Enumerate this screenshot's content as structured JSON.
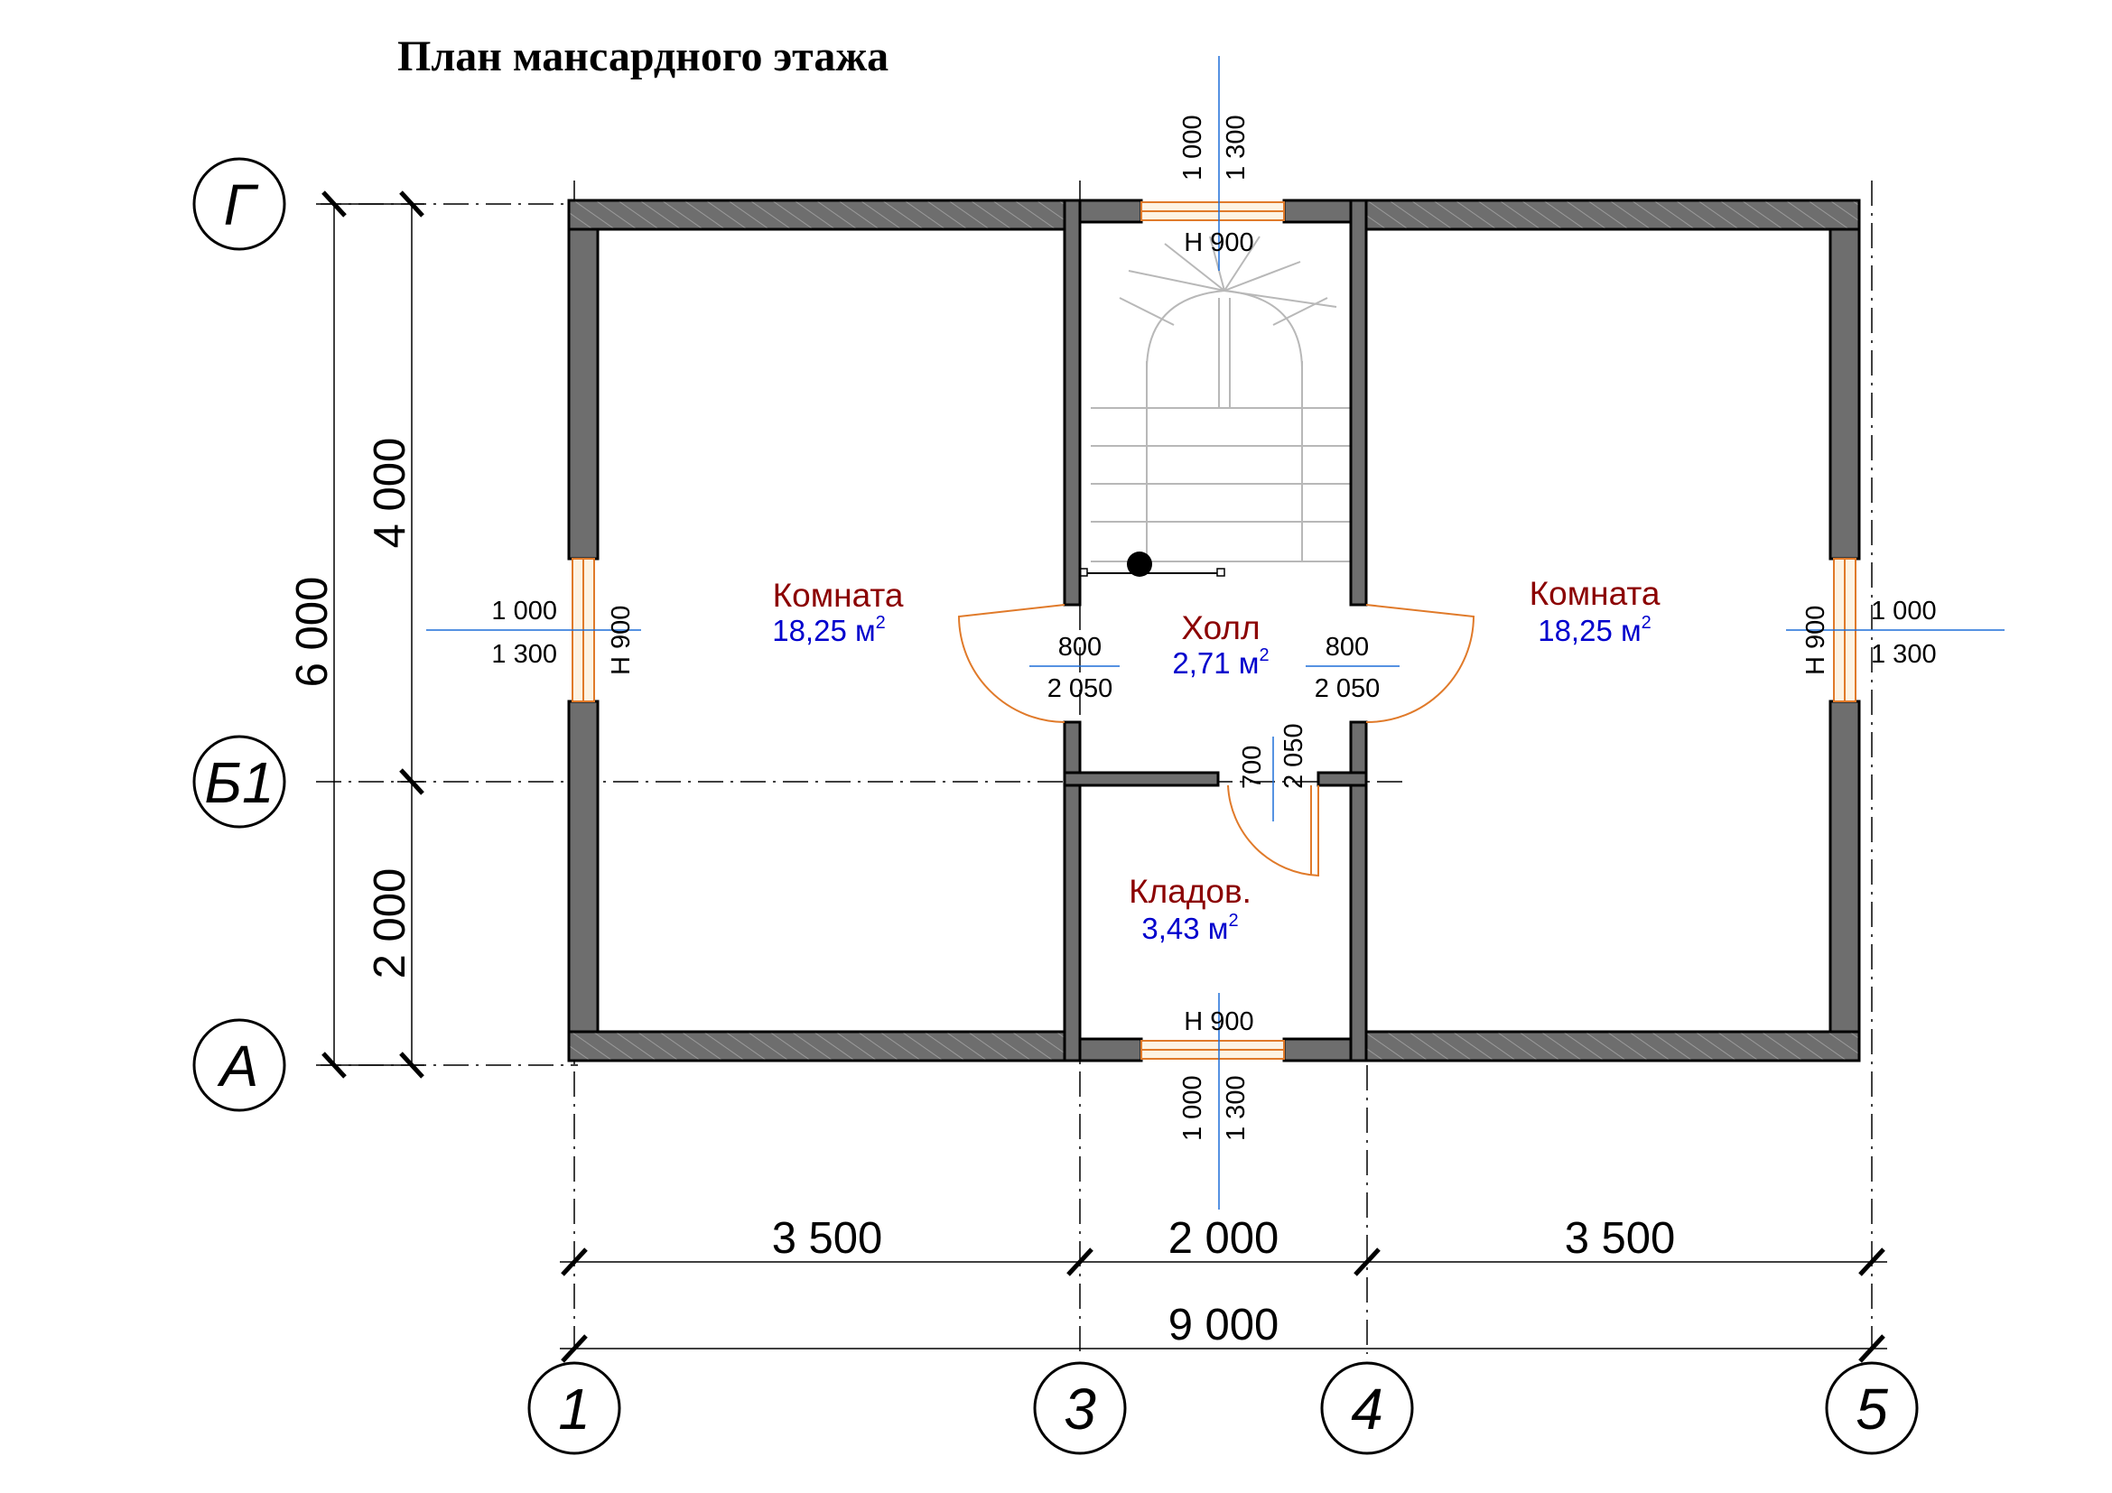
{
  "title": "План мансардного этажа",
  "axes": {
    "rows": [
      "Г",
      "Б1",
      "А"
    ],
    "cols": [
      "1",
      "3",
      "4",
      "5"
    ]
  },
  "dimensions": {
    "bottom_spans": [
      "3 500",
      "2 000",
      "3 500"
    ],
    "bottom_total": "9 000",
    "left_spans": [
      "4 000",
      "2 000"
    ],
    "left_total": "6 000"
  },
  "rooms": [
    {
      "name": "Комната",
      "area": "18,25 м",
      "unit_sup": "2"
    },
    {
      "name": "Холл",
      "area": "2,71 м",
      "unit_sup": "2"
    },
    {
      "name": "Комната",
      "area": "18,25 м",
      "unit_sup": "2"
    },
    {
      "name": "Кладов.",
      "area": "3,43 м",
      "unit_sup": "2"
    }
  ],
  "windows": {
    "top": {
      "w": "1 000",
      "h": "1 300",
      "sill": "Н 900"
    },
    "bottom": {
      "w": "1 000",
      "h": "1 300",
      "sill": "Н 900"
    },
    "left": {
      "w": "1 000",
      "h": "1 300",
      "sill": "Н 900"
    },
    "right": {
      "w": "1 000",
      "h": "1 300",
      "sill": "Н 900"
    }
  },
  "doors": {
    "left": {
      "w": "800",
      "h": "2 050"
    },
    "right": {
      "w": "800",
      "h": "2 050"
    },
    "storage": {
      "w": "700",
      "h": "2 050"
    }
  }
}
